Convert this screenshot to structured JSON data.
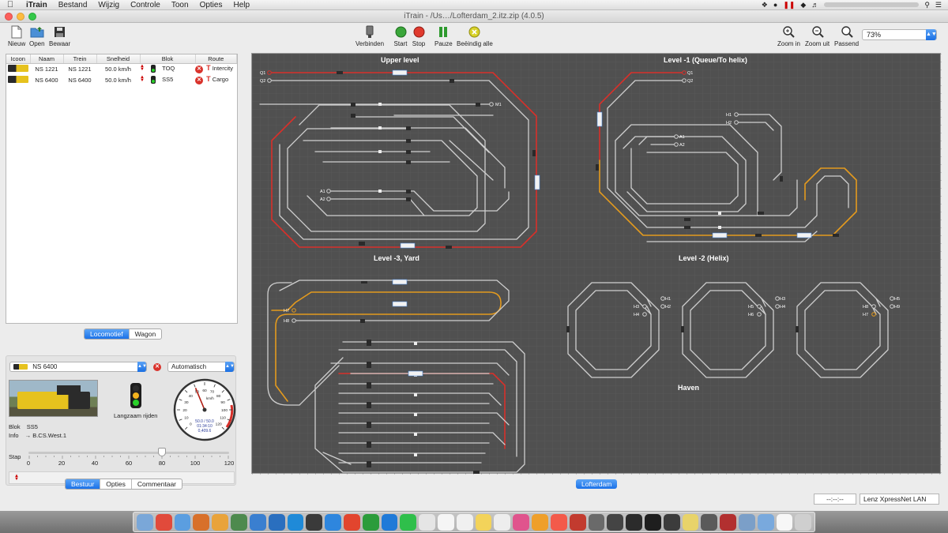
{
  "menubar": {
    "app_name": "iTrain",
    "items": [
      "Bestand",
      "Wijzig",
      "Controle",
      "Toon",
      "Opties",
      "Help"
    ]
  },
  "window": {
    "title": "iTrain - /Us…/Lofterdam_2.itz.zip (4.0.5)"
  },
  "toolbar": {
    "new_label": "Nieuw",
    "open_label": "Open",
    "save_label": "Bewaar",
    "connect_label": "Verbinden",
    "start_label": "Start",
    "stop_label": "Stop",
    "pause_label": "Pauze",
    "end_all_label": "Beëindig alle",
    "zoom_in_label": "Zoom in",
    "zoom_out_label": "Zoom uit",
    "fit_label": "Passend",
    "zoom_value": "73%"
  },
  "loco_table": {
    "headers": [
      "Icoon",
      "Naam",
      "Trein",
      "Snelheid",
      "Blok",
      "Route"
    ],
    "rows": [
      {
        "name": "NS 1221",
        "train": "NS 1221",
        "speed": "50.0 km/h",
        "block": "TOQ",
        "route": "Intercity"
      },
      {
        "name": "NS 6400",
        "train": "NS 6400",
        "speed": "50.0 km/h",
        "block": "SS5",
        "route": "Cargo"
      }
    ]
  },
  "left_tabs": {
    "locomotive": "Locomotief",
    "wagon": "Wagon"
  },
  "control": {
    "selected_loco": "NS 6400",
    "mode": "Automatisch",
    "signal_text": "Langzaam rijden",
    "block_label": "Blok",
    "block_value": "SS5",
    "info_label": "Info",
    "info_value": "→ B.CS.West.1",
    "step_label": "Stap",
    "slider_labels": [
      "0",
      "20",
      "40",
      "60",
      "80",
      "100",
      "120"
    ],
    "slider_value": 80,
    "speedo": {
      "unit": "km/h",
      "scale": [
        "0",
        "10",
        "20",
        "30",
        "40",
        "50",
        "60",
        "70",
        "80",
        "90",
        "100",
        "110",
        "120"
      ],
      "readout_1": "50.0 / 50.0",
      "readout_2": "01:34:10",
      "readout_3": "0,409.6"
    }
  },
  "bottom_tabs": {
    "control": "Bestuur",
    "options": "Opties",
    "comment": "Commentaar"
  },
  "layout": {
    "sections": {
      "upper": "Upper level",
      "level1": "Level -1 (Queue/To helix)",
      "level3": "Level -3, Yard",
      "level2": "Level -2 (Helix)",
      "haven": "Haven"
    },
    "labels": {
      "q1": "Q1",
      "q2": "Q2",
      "m1": "M1",
      "a1": "A1",
      "a2": "A2",
      "h1": "H1",
      "h2": "H2",
      "h3": "H3",
      "h4": "H4",
      "h5": "H5",
      "h6": "H6",
      "h7": "H7",
      "h8": "H8",
      "h9": "H9"
    },
    "tab": "Lofterdam"
  },
  "status": {
    "time": "--:--:--",
    "interface": "Lenz XpressNet LAN"
  },
  "colors": {
    "accent": "#1b72e8",
    "track": "#cfcfcf",
    "route_red": "#d8302a",
    "route_orange": "#e39a1e",
    "canvas": "#505050"
  }
}
